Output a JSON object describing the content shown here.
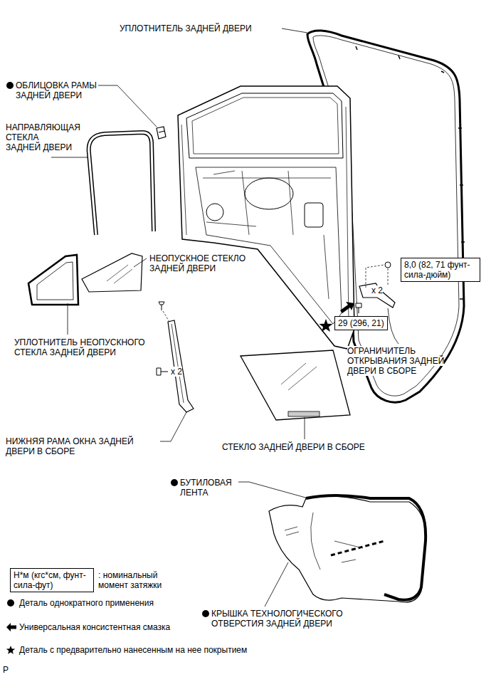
{
  "diagram": {
    "nodes": [
      {
        "text": [
          "8,0 (82, 71 фунт-сила-дюйм)"
        ]
      },
      {
        "text": [
          "29 (296, 21)"
        ]
      },
      {
        "text": [
          "Н*м (кгс*см, фунт-сила-фут)"
        ]
      }
    ],
    "labels": [
      "УПЛОТНИТЕЛЬ ЗАДНЕЙ ДВЕРИ",
      "ОБЛИЦОВКА РАМЫ ЗАДНЕЙ ДВЕРИ",
      "НАПРАВЛЯЮЩАЯ СТЕКЛА ЗАДНЕЙ ДВЕРИ",
      "НЕОПУСКНОЕ СТЕКЛО ЗАДНЕЙ ДВЕРИ",
      "УПЛОТНИТЕЛЬ НЕОПУСКНОГО СТЕКЛА ЗАДНЕЙ ДВЕРИ",
      "x 2",
      "x 2",
      "ОГРАНИЧИТЕЛЬ ОТКРЫВАНИЯ ЗАДНЕЙ ДВЕРИ В СБОРЕ",
      "НИЖНЯЯ РАМА ОКНА ЗАДНЕЙ ДВЕРИ В СБОРЕ",
      "СТЕКЛО ЗАДНЕЙ ДВЕРИ В СБОРЕ",
      "БУТИЛОВАЯ ЛЕНТА",
      "КРЫШКА ТЕХНОЛОГИЧЕСКОГО ОТВЕРСТИЯ ЗАДНЕЙ ДВЕРИ",
      "P"
    ],
    "legend": [
      {
        "text": ": номинальный момент затяжки"
      },
      {
        "text": "Деталь однократного применения"
      },
      {
        "text": "Универсальная консистентная смазка"
      },
      {
        "text": "Деталь с предварительно нанесенным на нее покрытием"
      }
    ]
  }
}
